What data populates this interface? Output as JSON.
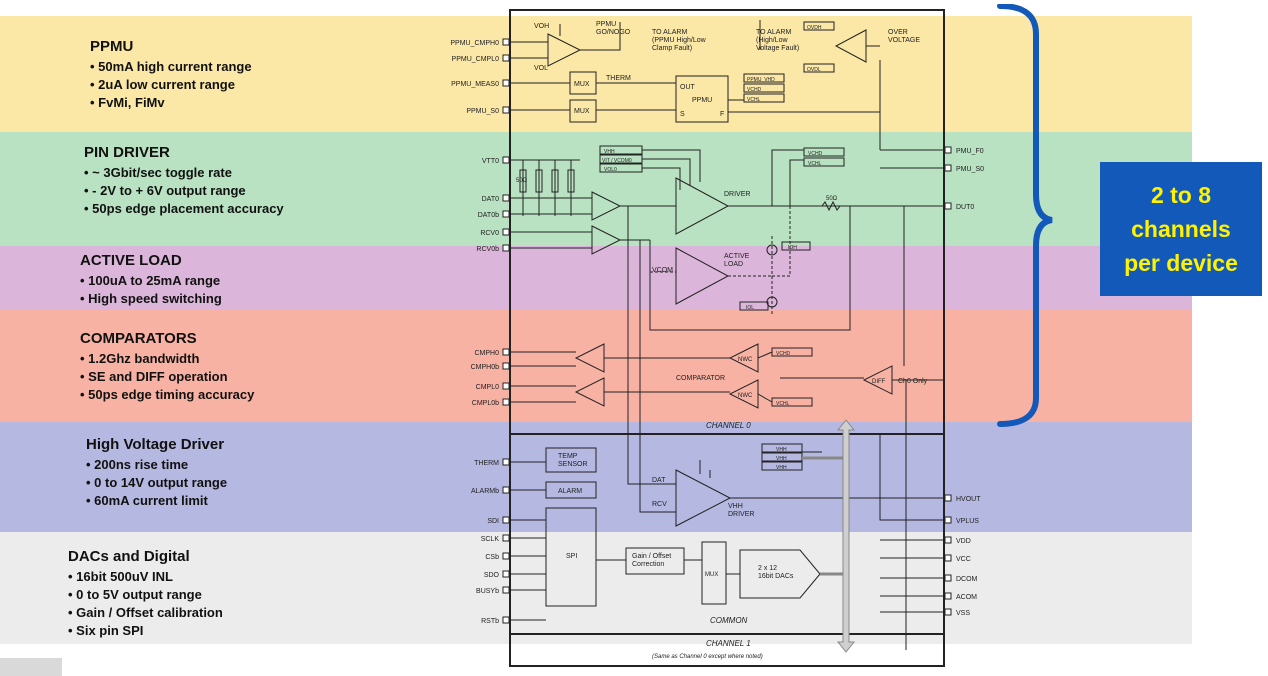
{
  "bands": [
    {
      "id": "ppmu",
      "color": "#fbe7a6",
      "title": "PPMU",
      "bullets": [
        "50mA high current range",
        "2uA low current range",
        "FvMi, FiMv"
      ]
    },
    {
      "id": "pin-driver",
      "color": "#b9e2c2",
      "title": "PIN DRIVER",
      "bullets": [
        "~ 3Gbit/sec toggle rate",
        "- 2V to + 6V output range",
        "50ps edge placement accuracy"
      ]
    },
    {
      "id": "active-load",
      "color": "#dcb6da",
      "title": "ACTIVE LOAD",
      "bullets": [
        "100uA to 25mA range",
        "High speed switching"
      ]
    },
    {
      "id": "comparators",
      "color": "#f8b2a4",
      "title": "COMPARATORS",
      "bullets": [
        "1.2Ghz bandwidth",
        "SE and DIFF operation",
        "50ps edge timing accuracy"
      ]
    },
    {
      "id": "hv-driver",
      "color": "#b5b8e1",
      "title": "High Voltage Driver",
      "bullets": [
        "200ns rise time",
        "0 to 14V output range",
        "60mA current limit"
      ]
    },
    {
      "id": "dacs",
      "color": "#ececec",
      "title": "DACs and Digital",
      "bullets": [
        "16bit 500uV INL",
        "0 to 5V output range",
        "Gain / Offset calibration",
        "Six pin SPI"
      ]
    }
  ],
  "callout": {
    "text": "2 to 8\nchannels\nper device",
    "bg": "#1359b9",
    "fg": "#fff200"
  },
  "pins_left": [
    "PPMU_CMPH0",
    "PPMU_CMPL0",
    "PPMU_MEAS0",
    "PPMU_S0",
    "VTT0",
    "DAT0",
    "DAT0b",
    "RCV0",
    "RCV0b",
    "CMPH0",
    "CMPH0b",
    "CMPL0",
    "CMPL0b",
    "THERM",
    "ALARMb",
    "SDI",
    "SCLK",
    "CSb",
    "SDO",
    "BUSYb",
    "RSTb"
  ],
  "pins_right": [
    "PMU_F0",
    "PMU_S0",
    "DUT0",
    "HVOUT",
    "VPLUS",
    "VDD",
    "VCC",
    "DCOM",
    "ACOM",
    "VSS"
  ],
  "labels": {
    "voh": "VOH",
    "vol": "VOL",
    "ppmu_gonogo": "PPMU\nGO/NOGO",
    "to_alarm1": "TO ALARM\n(PPMU High/Low\nClamp Fault)",
    "to_alarm2": "TO ALARM\n(High/Low\nVoltage Fault)",
    "over_voltage": "OVER\nVOLTAGE",
    "ovdh": "OVDH",
    "ovdl": "OVDL",
    "mux": "MUX",
    "therm": "THERM",
    "out": "OUT",
    "ppmu": "PPMU",
    "s": "S",
    "f": "F",
    "ppmu_vhd": "PPMU_VHD",
    "vchd": "VCHD",
    "vchl": "VCHL",
    "vhh": "VHH",
    "vit_vcom": "VIT / VCOM0",
    "vol0": "VOL0",
    "ohm": "50Ω",
    "driver": "DRIVER",
    "vcom": "VCOM",
    "active_load": "ACTIVE\nLOAD",
    "ioh": "IOH",
    "iol": "IOL",
    "vchd2": "VCHD",
    "vchl2": "VCHL",
    "nwc": "NWC",
    "comparator": "COMPARATOR",
    "diff": "DIFF",
    "ch0only": "Ch0 Only",
    "channel0": "CHANNEL 0",
    "temp_sensor": "TEMP\nSENSOR",
    "alarm": "ALARM",
    "dat": "DAT",
    "rcv": "RCV",
    "vhh_driver": "VHH\nDRIVER",
    "vhh1": "VHH",
    "vhh2": "VHH",
    "vhh3": "VHH",
    "spi": "SPI",
    "gain_offset": "Gain / Offset\nCorrection",
    "dacs": "2 x 12\n16bit DACs",
    "common": "COMMON",
    "channel1": "CHANNEL 1",
    "same_as": "(Same as Channel 0 except where noted)"
  }
}
